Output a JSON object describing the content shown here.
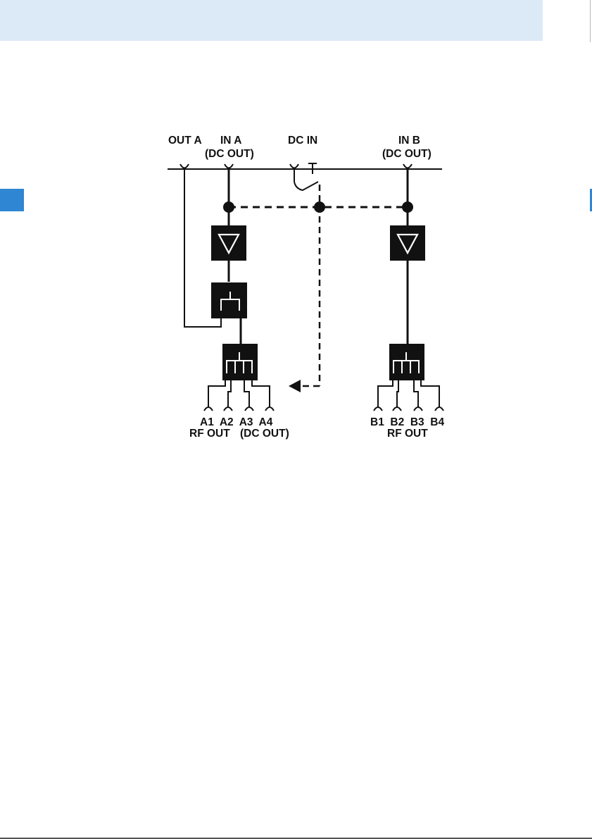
{
  "labels": {
    "out_a": "OUT A",
    "in_a": "IN A",
    "in_a_sub": "(DC OUT)",
    "dc_in": "DC IN",
    "in_b": "IN B",
    "in_b_sub": "(DC OUT)",
    "a_outputs": "A1  A2  A3  A4",
    "a_rf_out": "RF OUT",
    "a_dc_out": "(DC OUT)",
    "b_outputs": "B1  B2  B3  B4",
    "b_rf_out": "RF OUT"
  },
  "colors": {
    "header_band": "#dce9f7",
    "accent_tab": "#2f86d2",
    "ink": "#111111"
  }
}
